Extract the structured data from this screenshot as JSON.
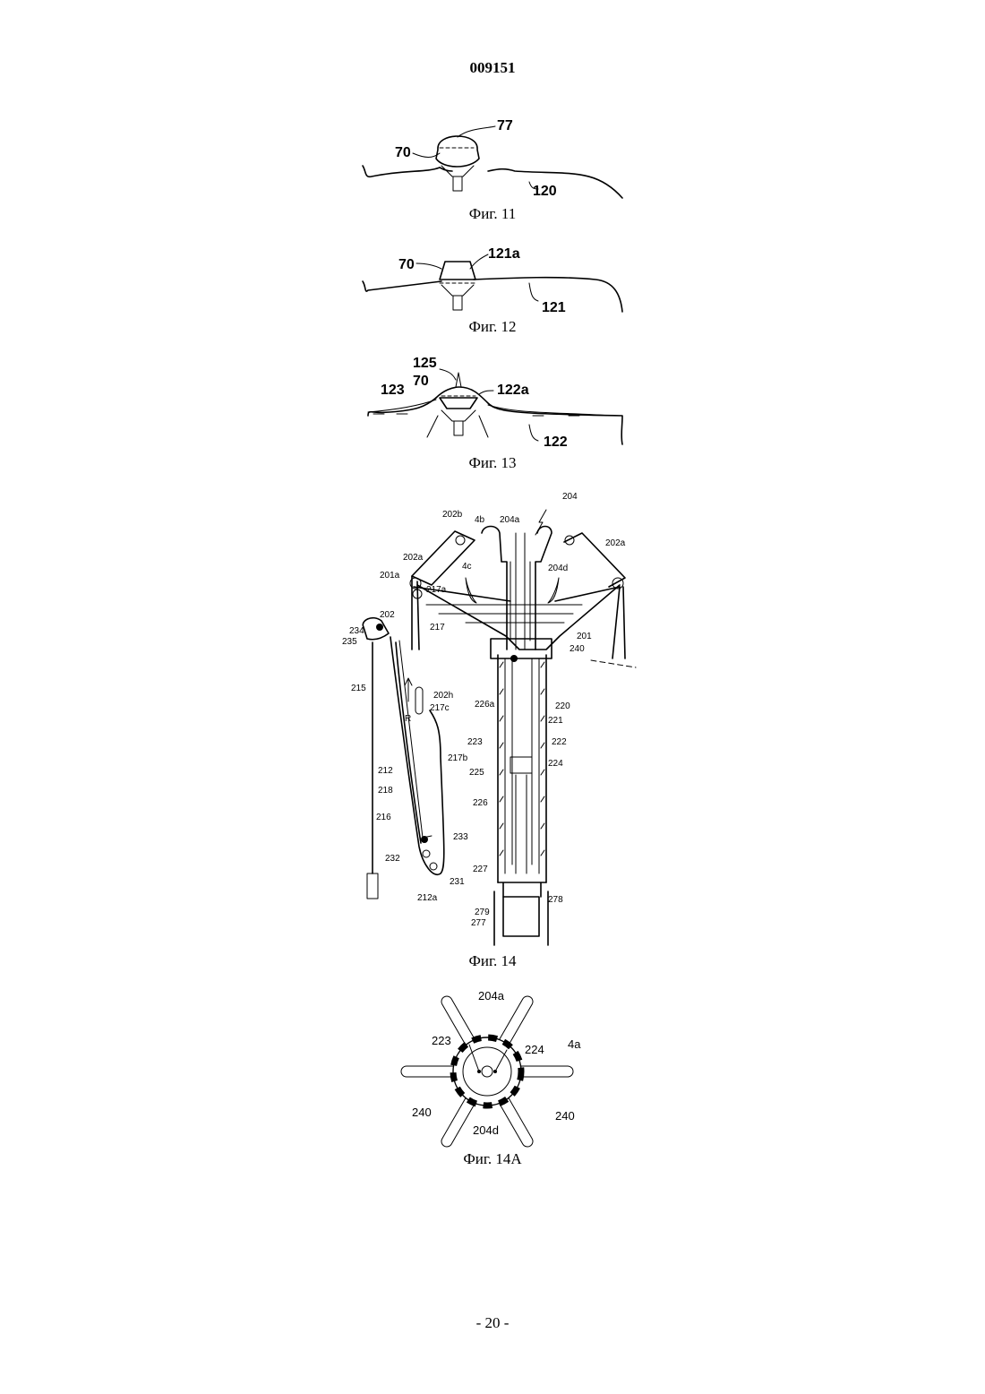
{
  "header": {
    "doc_number": "009151"
  },
  "figures": [
    {
      "caption": "Фиг. 11",
      "labels": [
        "77",
        "70",
        "120"
      ]
    },
    {
      "caption": "Фиг. 12",
      "labels": [
        "70",
        "121a",
        "121"
      ]
    },
    {
      "caption": "Фиг. 13",
      "labels": [
        "125",
        "70",
        "123",
        "122a",
        "122"
      ]
    },
    {
      "caption": "Фиг. 14",
      "labels": [
        "204",
        "202b",
        "4b",
        "204a",
        "202a",
        "202a",
        "4c",
        "204d",
        "201a",
        "217a",
        "202",
        "217",
        "201",
        "240",
        "234",
        "235",
        "215",
        "202h",
        "R",
        "217c",
        "226a",
        "220",
        "221",
        "223",
        "222",
        "217b",
        "224",
        "225",
        "212",
        "218",
        "226",
        "216",
        "233",
        "232",
        "227",
        "231",
        "212a",
        "278",
        "279",
        "277"
      ]
    },
    {
      "caption": "Фиг. 14A",
      "labels": [
        "204a",
        "223",
        "224",
        "4a",
        "240",
        "240",
        "204d"
      ]
    }
  ],
  "footer": {
    "page_number": "- 20 -"
  }
}
